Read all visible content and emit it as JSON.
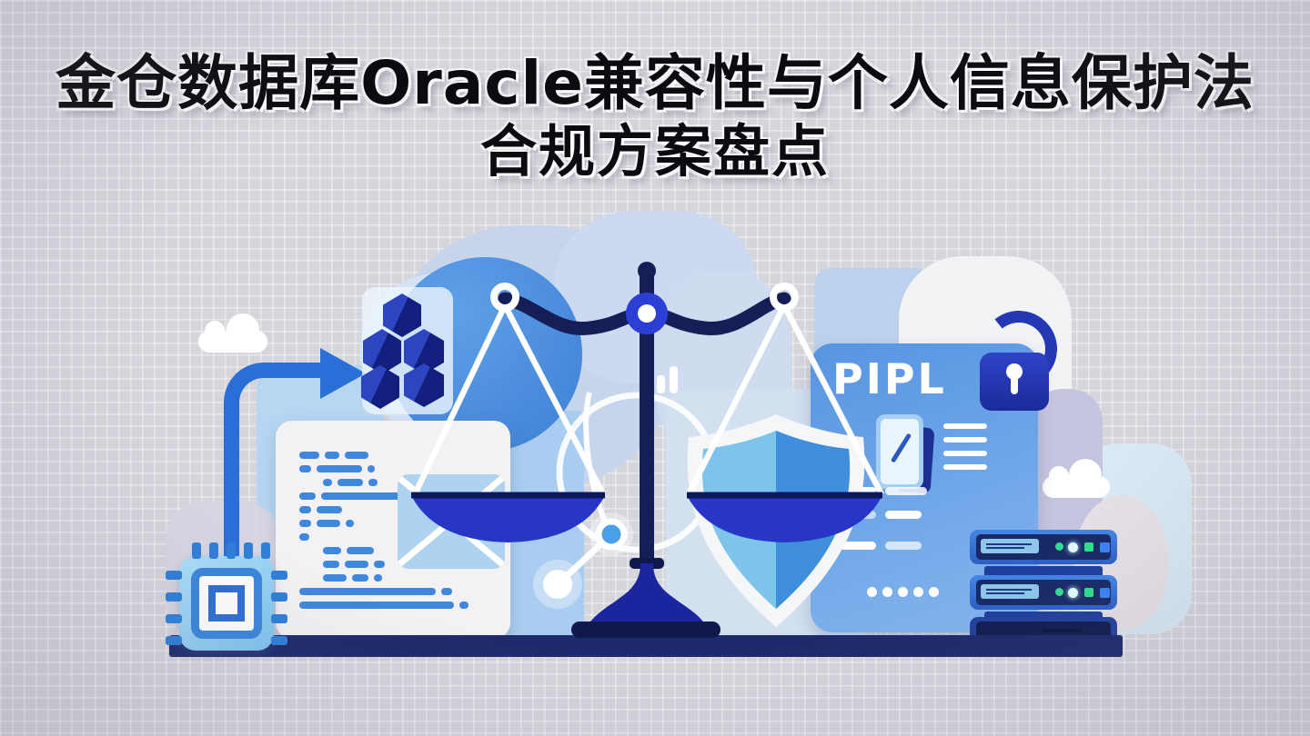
{
  "title": {
    "line1": "金仓数据库Oracle兼容性与个人信息保护法",
    "line2": "合规方案盘点"
  },
  "illustration": {
    "pipl_label": "PIPL"
  },
  "colors": {
    "background_gray": "#d5d5dc",
    "title_black": "#0c0c10",
    "bright_blue": "#2a6fd8",
    "royal_blue": "#2b3fd4",
    "scale_navy": "#161e58",
    "base_bar_navy": "#1d2a6b",
    "pan_blue": "#2836c6",
    "shield_light": "#7cc4ea",
    "shield_dark": "#3f8fdc",
    "pipl_panel_blue": "#5795e2",
    "lock_blue": "#2437b4",
    "chip_cyan": "#9fd8f4",
    "led_green": "#2ee08a",
    "led_blue": "#3b82f6"
  }
}
